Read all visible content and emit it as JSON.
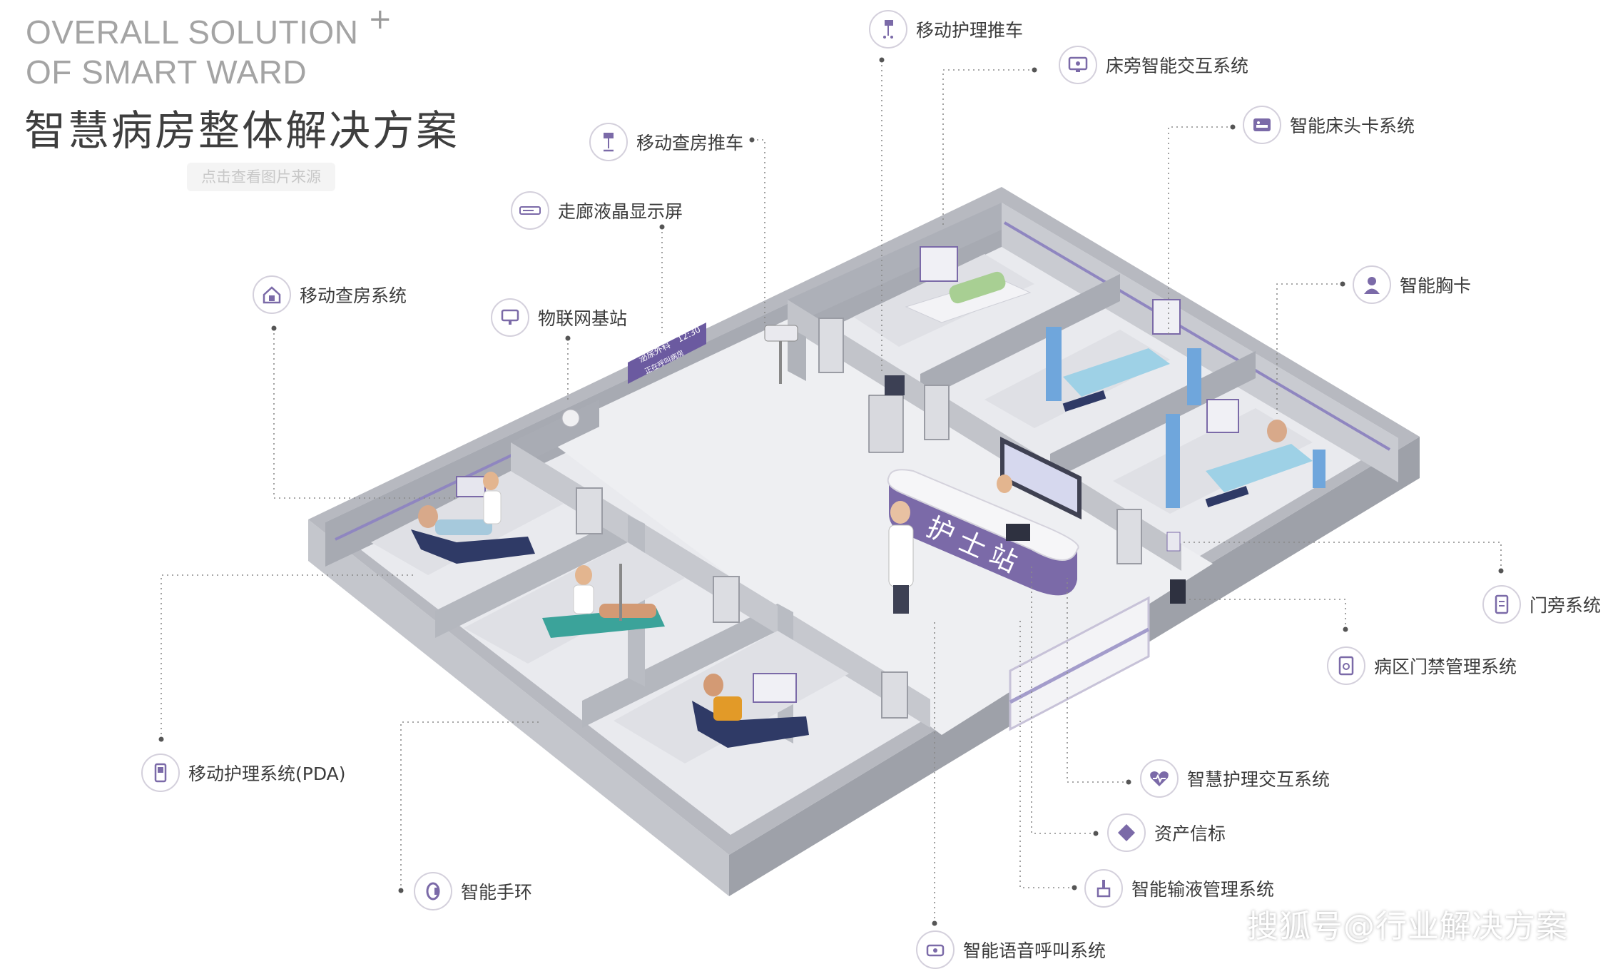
{
  "title": {
    "en_line1": "OVERALL SOLUTION",
    "en_line2": "OF SMART WARD",
    "zh": "智慧病房整体解决方案",
    "plus": "+"
  },
  "source_button": "点击查看图片来源",
  "nurse_station_sign": "护士站",
  "corridor_display": {
    "line1": "泌尿外科",
    "line2": "12:30",
    "line3": "正在呼叫病房"
  },
  "callouts": {
    "mobile_nursing_cart": "移动护理推车",
    "bedside_interaction": "床旁智能交互系统",
    "smart_bed_card": "智能床头卡系统",
    "mobile_round_cart": "移动查房推车",
    "corridor_lcd": "走廊液晶显示屏",
    "smart_badge": "智能胸卡",
    "mobile_round_system": "移动查房系统",
    "iot_base_station": "物联网基站",
    "door_side": "门旁系统",
    "ward_access": "病区门禁管理系统",
    "mobile_nursing_pda": "移动护理系统(PDA)",
    "smart_nursing_interaction": "智慧护理交互系统",
    "asset_beacon": "资产信标",
    "smart_wristband": "智能手环",
    "smart_infusion": "智能输液管理系统",
    "smart_voice_call": "智能语音呼叫系统"
  },
  "watermark": "搜狐号@行业解决方案",
  "colors": {
    "accent_purple": "#7b6aa8",
    "wall_gray": "#aeb0b8",
    "floor_gray": "#e9eaee",
    "leader_line": "#8a8a8a",
    "curtain_blue": "#6fa6dc"
  }
}
